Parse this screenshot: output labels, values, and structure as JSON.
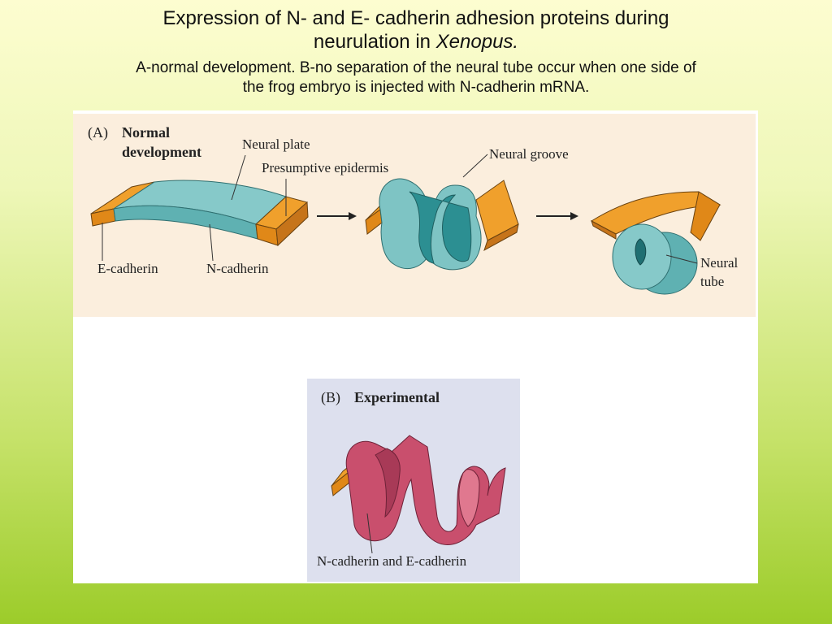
{
  "slide": {
    "title_line1": "Expression of N- and E- cadherin adhesion proteins during",
    "title_line2_prefix": "neurulation in ",
    "title_line2_italic": "Xenopus.",
    "caption_line1": "A-normal development. B-no separation of the neural tube occur when one side of",
    "caption_line2": "the frog embryo is injected  with N-cadherin mRNA."
  },
  "panel_a": {
    "letter": "(A)",
    "heading_line1": "Normal",
    "heading_line2": "development",
    "labels": {
      "neural_plate": "Neural plate",
      "presumptive_epidermis": "Presumptive epidermis",
      "neural_groove": "Neural groove",
      "e_cadherin": "E-cadherin",
      "n_cadherin": "N-cadherin",
      "neural_tube_line1": "Neural",
      "neural_tube_line2": "tube"
    }
  },
  "panel_b": {
    "letter": "(B)",
    "heading": "Experimental",
    "label": "N-cadherin and E-cadherin"
  },
  "colors": {
    "n_cadherin": "#7ec4c4",
    "n_cadherin_dark": "#2c8f92",
    "e_cadherin": "#f0a02c",
    "mixed": "#c94f6d",
    "panel_a_bg": "#fbeedd",
    "panel_b_bg": "#dde0ee"
  }
}
